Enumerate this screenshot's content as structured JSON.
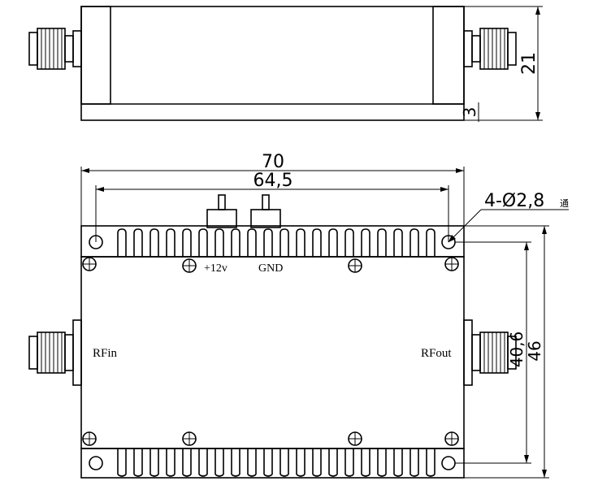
{
  "dimensions": {
    "overall_width": "70",
    "hole_spacing_width": "64,5",
    "height_side": "21",
    "base_thickness": "3",
    "hole_spacing_depth": "40,6",
    "overall_depth": "46",
    "hole_callout": "4-Ø2,8",
    "hole_callout_suffix": "通"
  },
  "labels": {
    "power": "+12v",
    "ground": "GND",
    "rf_in": "RFin",
    "rf_out": "RFout"
  }
}
